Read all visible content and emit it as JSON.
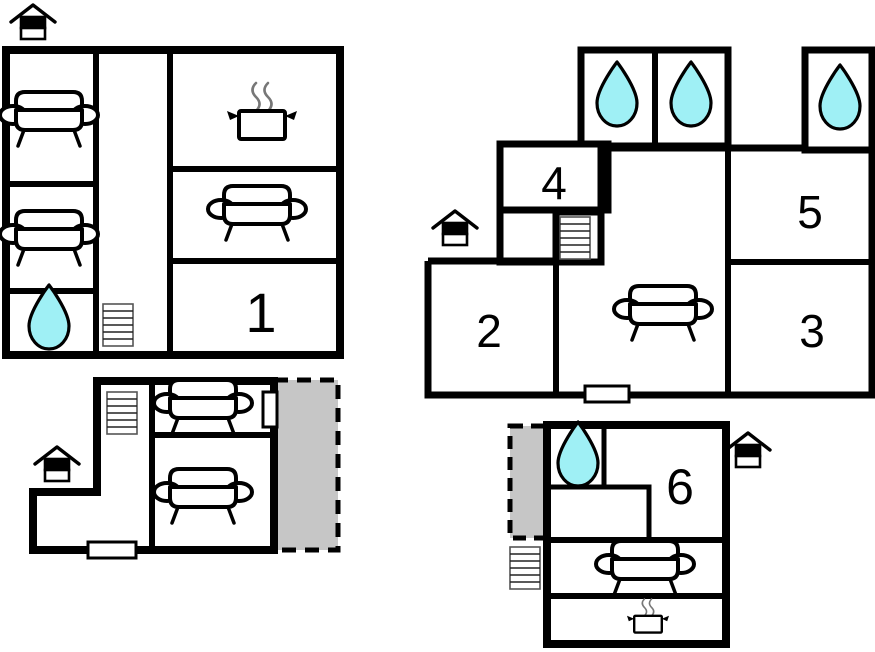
{
  "document": {
    "title": "Apartment floor plans",
    "type": "floor-plan-set",
    "background_color": "#ffffff",
    "wall_color": "#000000",
    "water_drop_color": "#9ff0f5",
    "terrace_fill_color": "#c6c6c6",
    "terrace_border_style": "dashed"
  },
  "plans": [
    {
      "id": "plan-top-left",
      "room_labels": [
        "1"
      ],
      "icons": [
        "entrance-house-icon",
        "sofa-icon",
        "sofa-icon",
        "sofa-icon",
        "water-drop-icon",
        "stairs-icon",
        "cooking-pot-icon"
      ]
    },
    {
      "id": "plan-bottom-left",
      "room_labels": [],
      "icons": [
        "entrance-house-icon",
        "sofa-icon",
        "sofa-icon",
        "stairs-icon",
        "door-icon",
        "window-icon",
        "terrace-area"
      ]
    },
    {
      "id": "plan-top-right",
      "room_labels": [
        "2",
        "3",
        "4",
        "5"
      ],
      "icons": [
        "entrance-house-icon",
        "sofa-icon",
        "water-drop-icon",
        "water-drop-icon",
        "water-drop-icon",
        "stairs-icon",
        "door-icon"
      ]
    },
    {
      "id": "plan-bottom-right",
      "room_labels": [
        "6"
      ],
      "icons": [
        "entrance-house-icon",
        "sofa-icon",
        "water-drop-icon",
        "stairs-icon",
        "cooking-pot-icon",
        "terrace-area"
      ]
    }
  ],
  "labels": {
    "room_1": "1",
    "room_2": "2",
    "room_3": "3",
    "room_4": "4",
    "room_5": "5",
    "room_6": "6"
  }
}
